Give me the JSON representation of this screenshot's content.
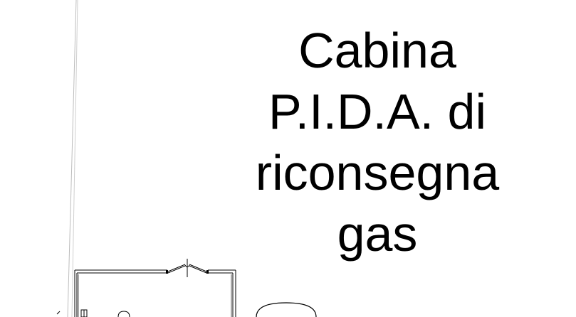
{
  "label": {
    "lines": [
      "Cabina",
      "P.I.D.A. di",
      "riconsegna",
      "gas"
    ]
  },
  "colors": {
    "background": "#ffffff",
    "ink": "#000000",
    "faint_line": "#bdbdbd"
  }
}
